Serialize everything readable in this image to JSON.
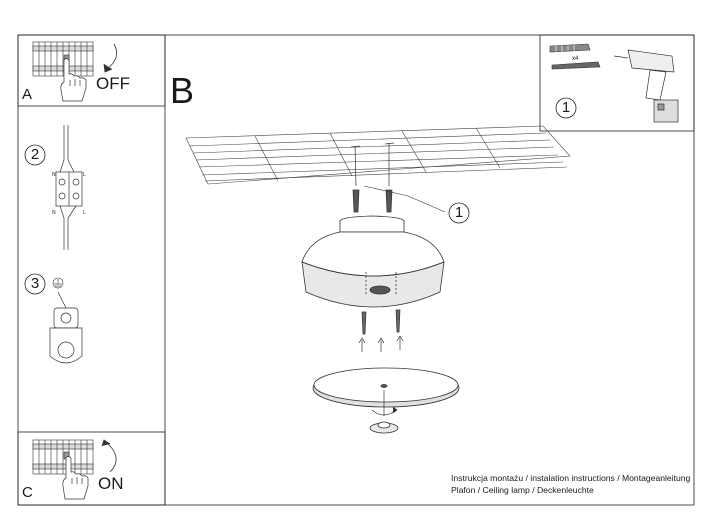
{
  "panel_a": {
    "letter": "A",
    "state": "OFF"
  },
  "panel_c": {
    "letter": "C",
    "state": "ON"
  },
  "step_b": {
    "letter": "B"
  },
  "steps": {
    "one": "1",
    "two": "2",
    "three": "3",
    "callout": "1"
  },
  "drill_kit": {
    "quantity": "x4"
  },
  "wiring": {
    "n": "N",
    "l": "L"
  },
  "footer": {
    "line1": "Instrukcja montażu / instalation instructions / Montageanleitung",
    "line2": "Plafon / Ceiling lamp / Deckenleuchte"
  }
}
